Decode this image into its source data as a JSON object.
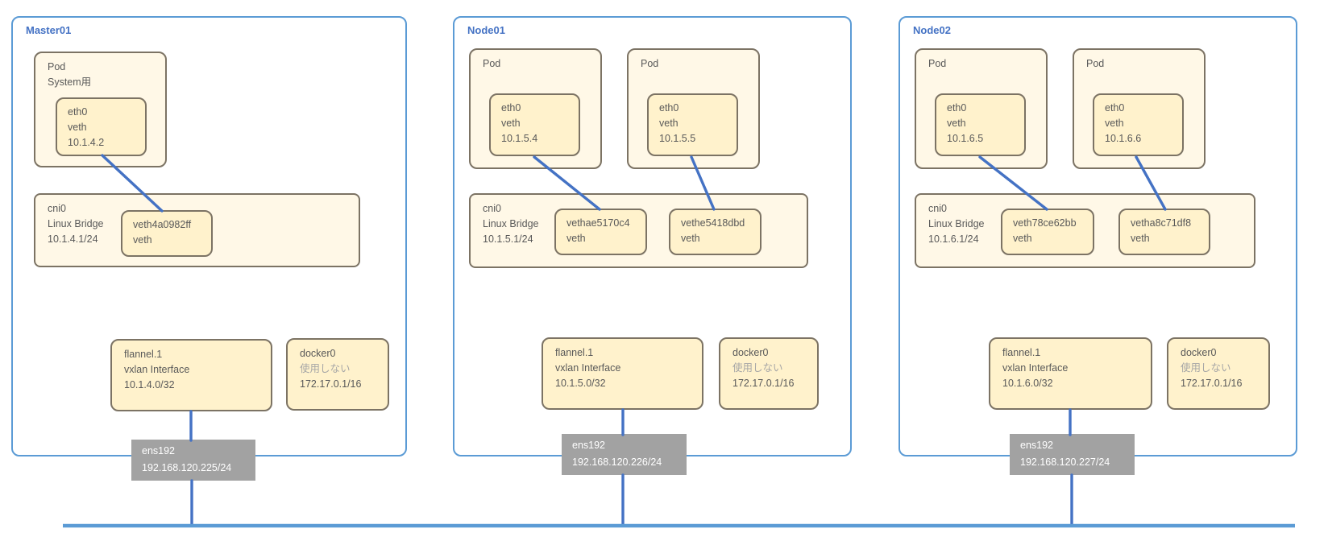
{
  "colors": {
    "node_border": "#5B9BD5",
    "node_title": "#4472C4",
    "box_fill_light": "#FFF8E7",
    "box_fill": "#FFF2CC",
    "box_border": "#7C7364",
    "box_text": "#595959",
    "muted_text": "#A6A6A6",
    "nic_fill": "#A2A2A2",
    "nic_text": "#FFFFFF",
    "connector": "#4472C4",
    "bus": "#5B9BD5"
  },
  "nodes": [
    {
      "title": "Master01",
      "pods": [
        {
          "label": "Pod",
          "sublabel": "System用",
          "eth": {
            "name": "eth0",
            "type": "veth",
            "ip": "10.1.4.2"
          }
        }
      ],
      "bridge": {
        "name": "cni0",
        "type": "Linux Bridge",
        "ip": "10.1.4.1/24",
        "veths": [
          {
            "name": "veth4a0982ff",
            "type": "veth"
          }
        ]
      },
      "flannel": {
        "name": "flannel.1",
        "type": "vxlan Interface",
        "ip": "10.1.4.0/32"
      },
      "docker": {
        "name": "docker0",
        "note": "使用しない",
        "ip": "172.17.0.1/16"
      },
      "nic": {
        "name": "ens192",
        "ip": "192.168.120.225/24"
      }
    },
    {
      "title": "Node01",
      "pods": [
        {
          "label": "Pod",
          "eth": {
            "name": "eth0",
            "type": "veth",
            "ip": "10.1.5.4"
          }
        },
        {
          "label": "Pod",
          "eth": {
            "name": "eth0",
            "type": "veth",
            "ip": "10.1.5.5"
          }
        }
      ],
      "bridge": {
        "name": "cni0",
        "type": "Linux Bridge",
        "ip": "10.1.5.1/24",
        "veths": [
          {
            "name": "vethae5170c4",
            "type": "veth"
          },
          {
            "name": "vethe5418dbd",
            "type": "veth"
          }
        ]
      },
      "flannel": {
        "name": "flannel.1",
        "type": "vxlan Interface",
        "ip": "10.1.5.0/32"
      },
      "docker": {
        "name": "docker0",
        "note": "使用しない",
        "ip": "172.17.0.1/16"
      },
      "nic": {
        "name": "ens192",
        "ip": "192.168.120.226/24"
      }
    },
    {
      "title": "Node02",
      "pods": [
        {
          "label": "Pod",
          "eth": {
            "name": "eth0",
            "type": "veth",
            "ip": "10.1.6.5"
          }
        },
        {
          "label": "Pod",
          "eth": {
            "name": "eth0",
            "type": "veth",
            "ip": "10.1.6.6"
          }
        }
      ],
      "bridge": {
        "name": "cni0",
        "type": "Linux Bridge",
        "ip": "10.1.6.1/24",
        "veths": [
          {
            "name": "veth78ce62bb",
            "type": "veth"
          },
          {
            "name": "vetha8c71df8",
            "type": "veth"
          }
        ]
      },
      "flannel": {
        "name": "flannel.1",
        "type": "vxlan Interface",
        "ip": "10.1.6.0/32"
      },
      "docker": {
        "name": "docker0",
        "note": "使用しない",
        "ip": "172.17.0.1/16"
      },
      "nic": {
        "name": "ens192",
        "ip": "192.168.120.227/24"
      }
    }
  ]
}
